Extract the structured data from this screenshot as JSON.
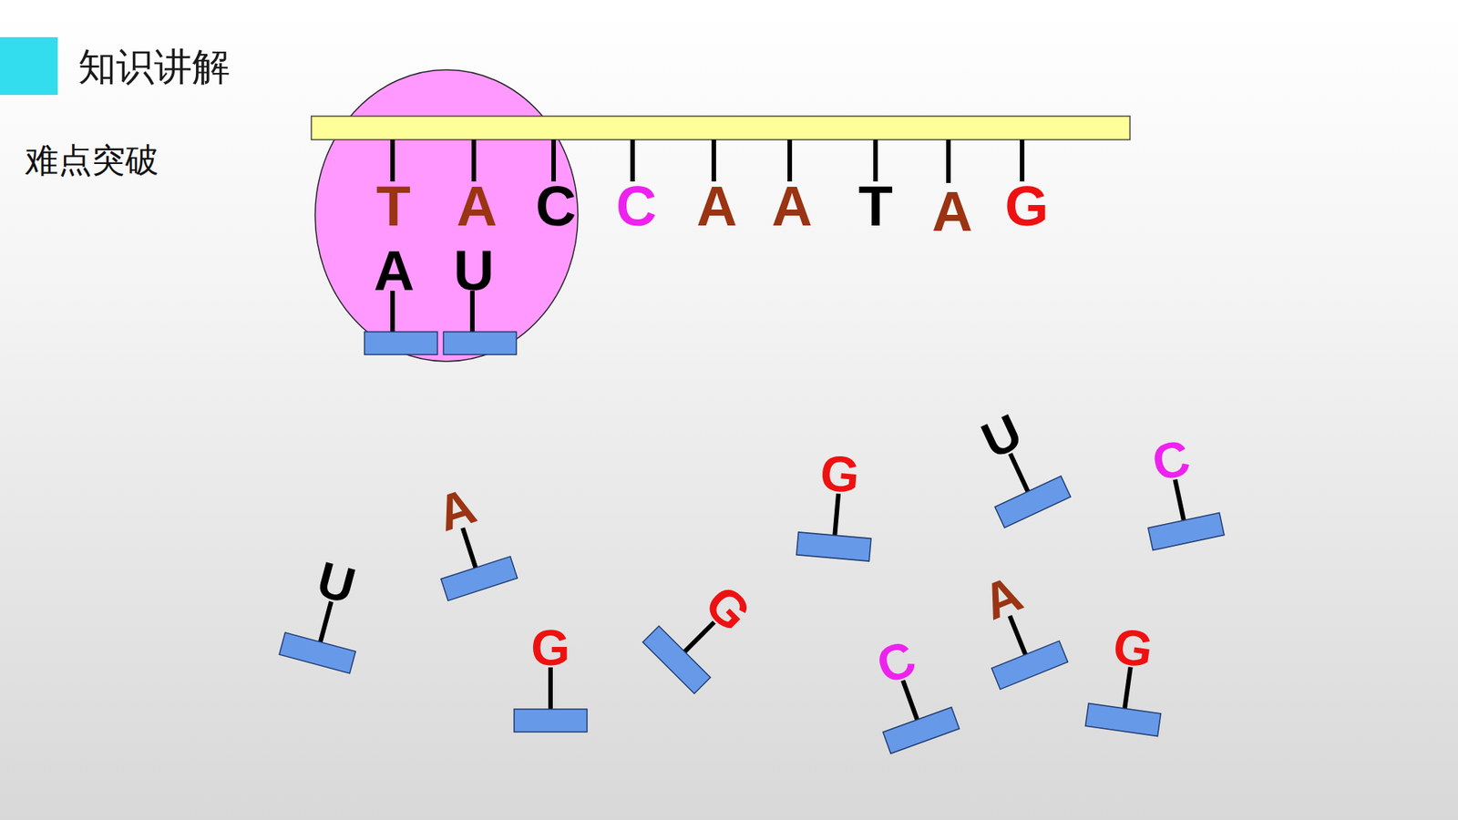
{
  "diagram": {
    "title": "知识讲解",
    "labels": [
      "难点突破",
      "T",
      "A",
      "C",
      "C",
      "A",
      "A",
      "T",
      "A",
      "G",
      "A",
      "U",
      "U",
      "A",
      "G",
      "G",
      "G",
      "U",
      "C",
      "A",
      "C",
      "G"
    ]
  }
}
